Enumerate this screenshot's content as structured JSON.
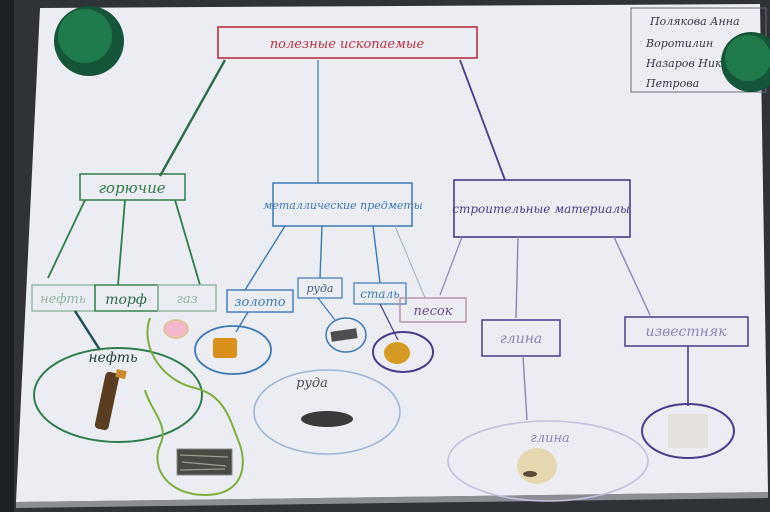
{
  "title": "полезные ископаемые",
  "authors": [
    "Полякова Анна",
    "Воротилин",
    "Назаров Ник",
    "Петрова"
  ],
  "categories": [
    {
      "name": "горючие",
      "items": [
        {
          "name": "нефть",
          "sample": "нефть"
        },
        {
          "name": "торф",
          "sample": ""
        },
        {
          "name": "газ",
          "sample": ""
        }
      ]
    },
    {
      "name": "металлические предметы",
      "items": [
        {
          "name": "золото",
          "sample": ""
        },
        {
          "name": "руда",
          "sample": "руда"
        },
        {
          "name": "сталь",
          "sample": ""
        }
      ]
    },
    {
      "name": "строительные материалы",
      "items": [
        {
          "name": "песок",
          "sample": ""
        },
        {
          "name": "глина",
          "sample": "глина"
        },
        {
          "name": "известняк",
          "sample": ""
        }
      ]
    }
  ],
  "colors": {
    "paper": "#ecedf2",
    "board": "#2f3337",
    "magnet": "#1b6a3a",
    "title_ink": "#c0313f",
    "cat1_ink": "#2e7d4a",
    "cat2_ink": "#3b78b8",
    "cat3_ink": "#4a3c8c",
    "cat1_item_ink": "#8fb7a1"
  }
}
